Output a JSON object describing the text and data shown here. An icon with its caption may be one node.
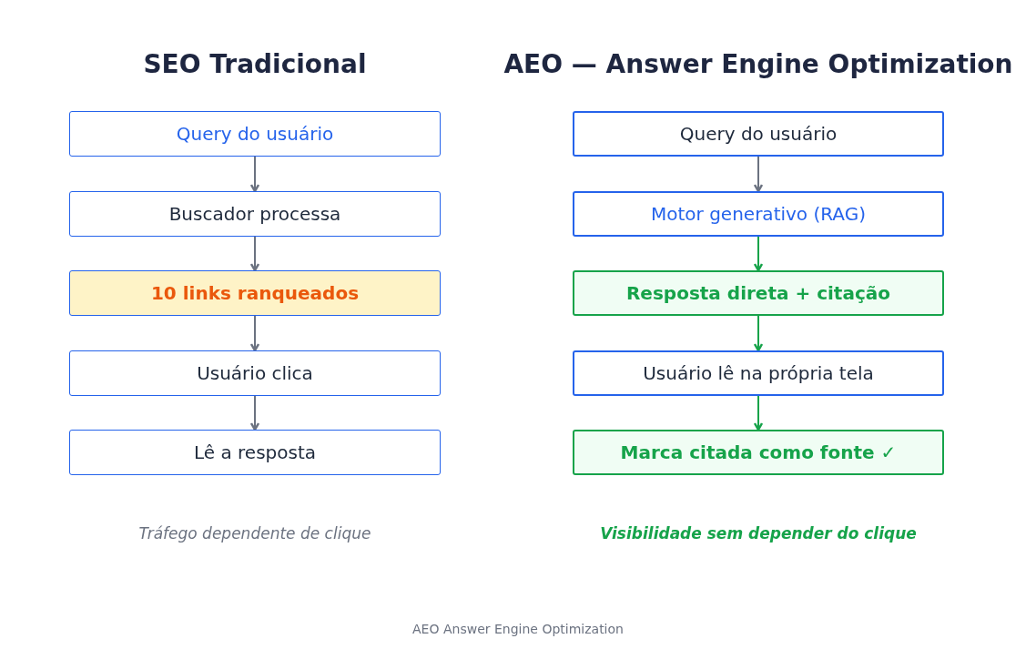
{
  "diagram": {
    "nodes": [
      {
        "text": [
          "Query do usuário"
        ]
      },
      {
        "text": [
          "Buscador processa"
        ]
      },
      {
        "text": [
          "10 links ranqueados"
        ]
      },
      {
        "text": [
          "Usuário clica"
        ]
      },
      {
        "text": [
          "Lê a resposta"
        ]
      },
      {
        "text": [
          "Query do usuário"
        ]
      },
      {
        "text": [
          "Motor generativo (RAG)"
        ]
      },
      {
        "text": [
          "Resposta direta + citação"
        ]
      },
      {
        "text": [
          "Usuário lê na própria tela"
        ]
      },
      {
        "text": [
          "Marca citada como fonte ✓"
        ]
      }
    ],
    "edges": [
      {
        "from": 0,
        "to": 1,
        "arrow": "to"
      },
      {
        "from": 1,
        "to": 2,
        "arrow": "to"
      },
      {
        "from": 2,
        "to": 3,
        "arrow": "to"
      },
      {
        "from": 3,
        "to": 4,
        "arrow": "to"
      },
      {
        "from": 5,
        "to": 6,
        "arrow": "to"
      },
      {
        "from": 6,
        "to": 7,
        "arrow": "to",
        "color": "#16a34a"
      },
      {
        "from": 7,
        "to": 8,
        "arrow": "to",
        "color": "#16a34a"
      },
      {
        "from": 8,
        "to": 9,
        "arrow": "to",
        "color": "#16a34a"
      }
    ],
    "labels": [
      "SEO Tradicional",
      "AEO — Answer Engine Optimization",
      "Tráfego dependente de clique",
      "Visibilidade sem depender do clique",
      "AEO Answer Engine Optimization"
    ]
  }
}
